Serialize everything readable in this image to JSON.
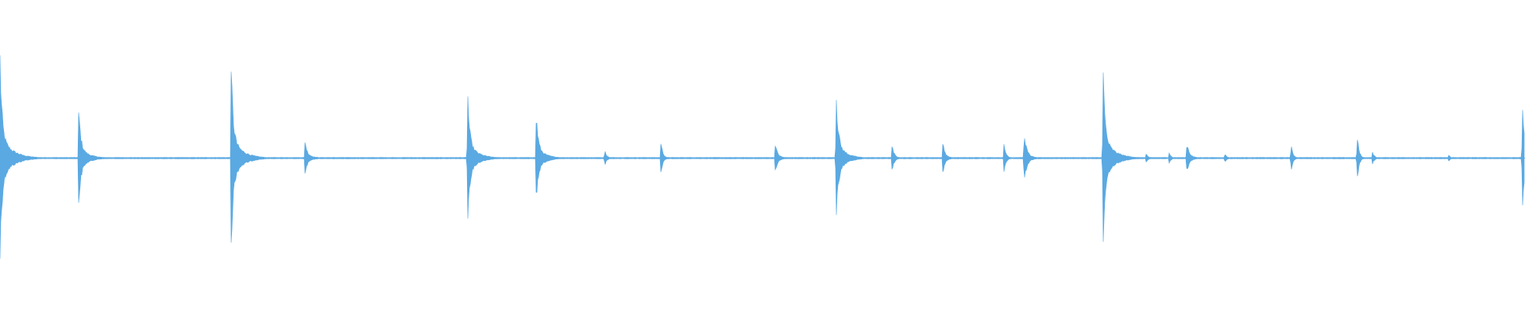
{
  "waveform": {
    "color": "#5aa9e2",
    "background": "#ffffff",
    "duration_s": 60,
    "peak_amplitude": 1.0,
    "transients": [
      {
        "t": 0.0,
        "amp": 0.67,
        "decay": 1.4
      },
      {
        "t": 3.1,
        "amp": 0.33,
        "decay": 1.1
      },
      {
        "t": 9.1,
        "amp": 0.6,
        "decay": 1.3
      },
      {
        "t": 12.0,
        "amp": 0.12,
        "decay": 0.9
      },
      {
        "t": 18.4,
        "amp": 0.43,
        "decay": 1.2
      },
      {
        "t": 21.1,
        "amp": 0.3,
        "decay": 1.1
      },
      {
        "t": 23.8,
        "amp": 0.05,
        "decay": 0.3
      },
      {
        "t": 26.0,
        "amp": 0.11,
        "decay": 0.3
      },
      {
        "t": 30.5,
        "amp": 0.1,
        "decay": 0.7
      },
      {
        "t": 32.9,
        "amp": 0.45,
        "decay": 1.1
      },
      {
        "t": 35.1,
        "amp": 0.08,
        "decay": 0.5
      },
      {
        "t": 37.1,
        "amp": 0.1,
        "decay": 0.6
      },
      {
        "t": 39.5,
        "amp": 0.09,
        "decay": 0.4
      },
      {
        "t": 40.3,
        "amp": 0.18,
        "decay": 0.7
      },
      {
        "t": 43.4,
        "amp": 0.59,
        "decay": 1.3
      },
      {
        "t": 45.1,
        "amp": 0.03,
        "decay": 0.2
      },
      {
        "t": 46.0,
        "amp": 0.04,
        "decay": 0.2
      },
      {
        "t": 46.7,
        "amp": 0.11,
        "decay": 0.7
      },
      {
        "t": 48.2,
        "amp": 0.03,
        "decay": 0.2
      },
      {
        "t": 50.8,
        "amp": 0.08,
        "decay": 0.3
      },
      {
        "t": 53.4,
        "amp": 0.15,
        "decay": 0.2
      },
      {
        "t": 54.0,
        "amp": 0.04,
        "decay": 0.3
      },
      {
        "t": 57.0,
        "amp": 0.02,
        "decay": 0.2
      },
      {
        "t": 59.9,
        "amp": 0.39,
        "decay": 0.6
      }
    ]
  }
}
